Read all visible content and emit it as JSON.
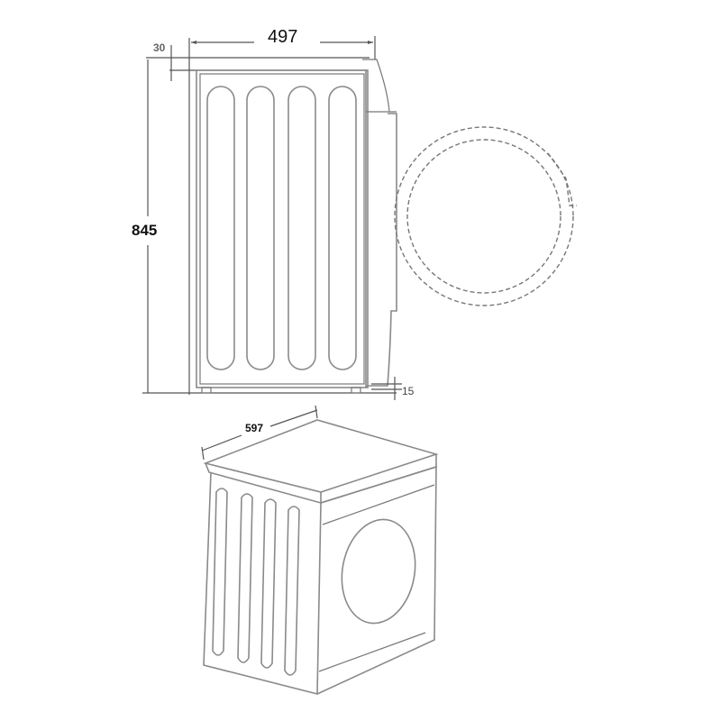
{
  "diagram": {
    "subject": "Washing machine dimension drawing",
    "side_view": {
      "dimensions": {
        "depth": "497",
        "top_offset": "30",
        "height": "845",
        "feet": "15"
      }
    },
    "perspective_view": {
      "dimensions": {
        "width": "597"
      }
    }
  }
}
